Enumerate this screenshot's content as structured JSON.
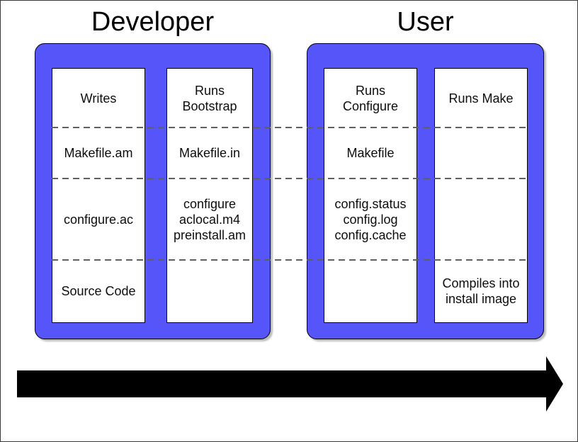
{
  "titles": {
    "developer": "Developer",
    "user": "User"
  },
  "colors": {
    "box_blue": "#5555fa",
    "dash_gray": "#606060",
    "arrow_black": "#000000"
  },
  "developer": {
    "column1": {
      "rows": [
        "Writes",
        "Makefile.am",
        "configure.ac",
        "Source Code"
      ]
    },
    "column2": {
      "rows": [
        "Runs\nBootstrap",
        "Makefile.in",
        "configure\naclocal.m4\npreinstall.am",
        ""
      ]
    }
  },
  "user": {
    "column1": {
      "rows": [
        "Runs\nConfigure",
        "Makefile",
        "config.status\nconfig.log\nconfig.cache",
        ""
      ]
    },
    "column2": {
      "rows": [
        "Runs Make",
        "",
        "",
        "Compiles into\ninstall image"
      ]
    }
  },
  "arrow": {
    "direction": "right"
  }
}
